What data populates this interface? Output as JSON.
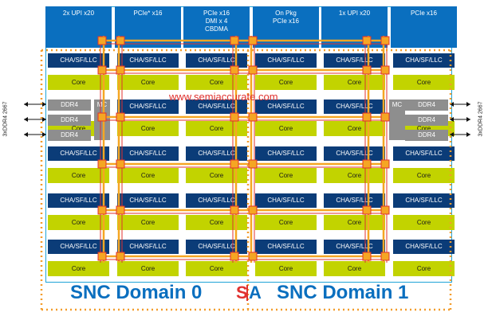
{
  "io_blocks": [
    {
      "lines": [
        "2x UPI x20"
      ]
    },
    {
      "lines": [
        "PCIe* x16"
      ]
    },
    {
      "lines": [
        "PCIe x16",
        "DMI x 4",
        "CBDMA"
      ]
    },
    {
      "lines": [
        "On Pkg",
        "PCIe x16"
      ]
    },
    {
      "lines": [
        "1x UPI x20"
      ]
    },
    {
      "lines": [
        "PCIe x16"
      ]
    }
  ],
  "tiles": {
    "cha_label": "CHA/SF/LLC",
    "core_label": "Core"
  },
  "memory": {
    "ddr_label": "DDR4",
    "mc_label": "MC",
    "side_label": "3xDDR4 2667"
  },
  "domains": {
    "left": "SNC Domain 0",
    "right": "SNC Domain 1"
  },
  "logo": {
    "s": "S",
    "a": "A"
  },
  "watermark": "www.semiaccurate.com",
  "colors": {
    "io_blue": "#0a6fbf",
    "cha_navy": "#0b3c78",
    "core_green": "#c2d300",
    "ddr_gray": "#8e8e8e",
    "mesh_orange": "#f5a623",
    "mesh_red": "#e0312e",
    "domain_outline": "#f39c2a",
    "logo_red": "#e0312e",
    "logo_blue": "#0a6fbf"
  }
}
